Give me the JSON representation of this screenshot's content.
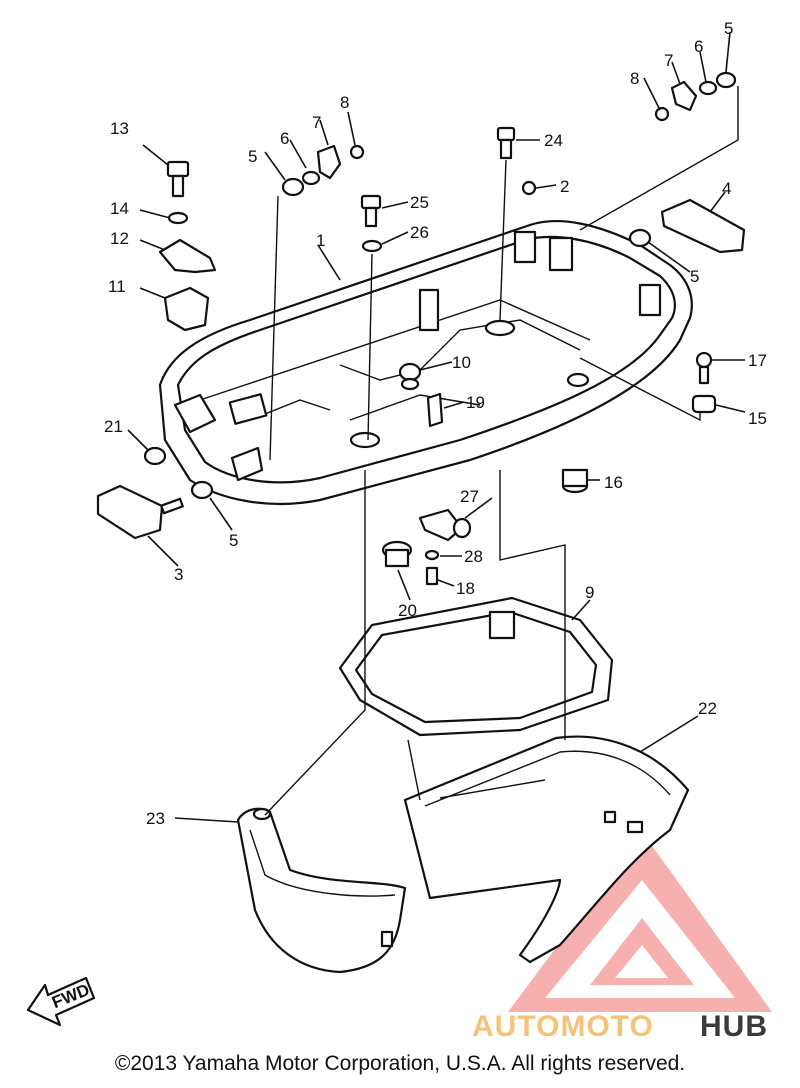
{
  "callouts": {
    "c1": "1",
    "c2": "2",
    "c3": "3",
    "c4": "4",
    "c5a": "5",
    "c5b": "5",
    "c5c": "5",
    "c5d": "5",
    "c6a": "6",
    "c6b": "6",
    "c7a": "7",
    "c7b": "7",
    "c8a": "8",
    "c8b": "8",
    "c9": "9",
    "c10": "10",
    "c11": "11",
    "c12": "12",
    "c13": "13",
    "c14": "14",
    "c15": "15",
    "c16": "16",
    "c17": "17",
    "c18": "18",
    "c19": "19",
    "c20": "20",
    "c21": "21",
    "c22": "22",
    "c23": "23",
    "c24": "24",
    "c25": "25",
    "c26": "26",
    "c27": "27",
    "c28": "28"
  },
  "fwd_label": "FWD",
  "watermark": {
    "text_part1": "AUTOMOTO",
    "text_part2": "HUB",
    "color_main": "#f4a3a0",
    "color_accent": "#f5c27a",
    "color_dark": "#3a3a3a"
  },
  "copyright": "©2013 Yamaha Motor Corporation, U.S.A. All rights reserved."
}
